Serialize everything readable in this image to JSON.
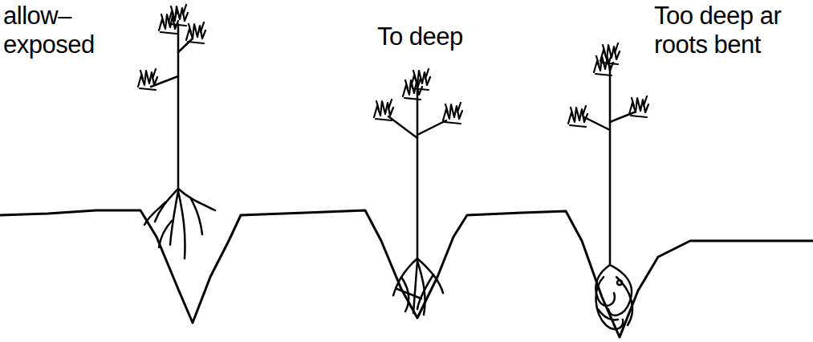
{
  "diagram": {
    "labels": [
      "allow– exposed",
      "To deep",
      "Too deep ar roots bent"
    ]
  }
}
